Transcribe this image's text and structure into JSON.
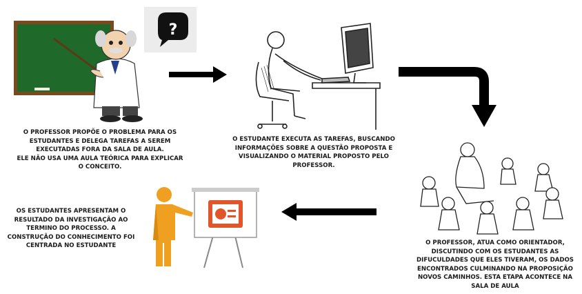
{
  "colors": {
    "chalkboard": "#1f6a2a",
    "board_frame": "#7a4a1e",
    "presenter_figure": "#f0a020",
    "slide_accent": "#e0562a",
    "arrow": "#000000"
  },
  "steps": [
    {
      "illustration": "professor-at-chalkboard",
      "badge": "?",
      "caption_lines": [
        "O PROFESSOR PROPÕE O PROBLEMA PARA OS",
        "ESTUDANTES E DELEGA TAREFAS A SEREM",
        "EXECUTADAS FORA DA SALA DE AULA.",
        "ELE NÃO USA UMA AULA TEÓRICA PARA EXPLICAR",
        "O CONCEITO."
      ]
    },
    {
      "illustration": "student-at-computer",
      "caption_lines": [
        "O ESTUDANTE EXECUTA AS TAREFAS, BUSCANDO",
        "INFORMAÇÕES SOBRE A QUESTÃO PROPOSTA E",
        "VISUALIZANDO O MATERIAL PROPOSTO PELO",
        "PROFESSOR."
      ]
    },
    {
      "illustration": "teacher-in-student-circle",
      "caption_lines": [
        "O PROFESSOR, ATUA COMO ORIENTADOR,",
        "DISCUTINDO COM OS ESTUDANTES AS",
        "DIFUCULDADES QUE ELES TIVERAM, OS DADOS",
        "ENCONTRADOS CULMINANDO NA PROPOSIÇÃO",
        "NOVOS CAMINHOS. ESTA ETAPA ACONTECE NA",
        "SALA DE AULA"
      ]
    },
    {
      "illustration": "figure-presenting-slide",
      "caption_lines": [
        "OS ESTUDANTES APRESENTAM O",
        "RESULTADO DA INVESTIGAÇÃO AO",
        "TERMINO DO PROCESSO. A",
        "CONSTRUÇÃO DO CONHECIMENTO FOI",
        "CENTRADA NO ESTUDANTE"
      ]
    }
  ]
}
